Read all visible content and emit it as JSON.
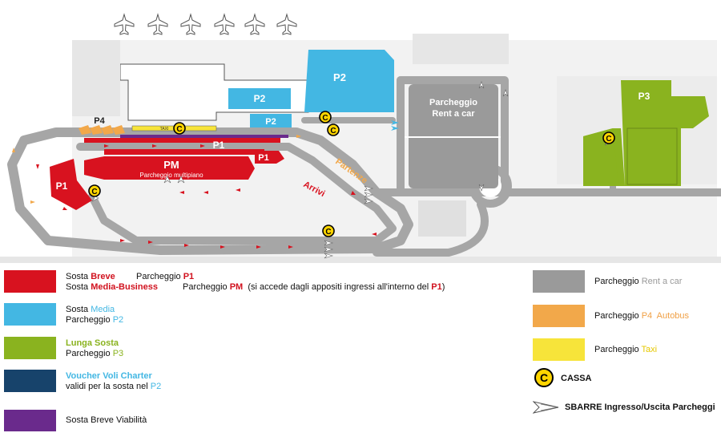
{
  "map": {
    "labels": {
      "p1_left": "P1",
      "p1_top": "P1",
      "p1_right": "P1",
      "pm": "PM",
      "pm_sub": "Parcheggio multipiano",
      "p2_big": "P2",
      "p2_mid": "P2",
      "p2_small": "P2",
      "p3": "P3",
      "p4": "P4",
      "rent_line1": "Parcheggio",
      "rent_line2": "Rent a car",
      "partenze": "Partenze",
      "arrivi": "Arrivi",
      "taxi": "TAXI"
    },
    "cassa_symbol": "C",
    "colors": {
      "red": "#d8121f",
      "cyan": "#43b7e3",
      "green": "#8ab31f",
      "grey": "#9a9a9a",
      "orange": "#f2a84a",
      "yellow": "#f7e43a",
      "navy": "#17436b",
      "purple": "#6a2a8c",
      "road": "#a6a6a6",
      "building": "#e6e6e6"
    }
  },
  "legend": {
    "red": {
      "row1_prefix": "Sosta ",
      "row1_hl": "Breve",
      "row1_park": "Parcheggio ",
      "row1_park_hl": "P1",
      "row2_prefix": "Sosta ",
      "row2_hl": "Media-Business",
      "row2_park": "Parcheggio ",
      "row2_park_hl": "PM",
      "row2_note": "(si accede dagli appositi ingressi all'interno del ",
      "row2_note_hl": "P1",
      "row2_note_end": ")"
    },
    "cyan": {
      "prefix": "Sosta ",
      "hl": "Media",
      "park": "Parcheggio ",
      "park_hl": "P2"
    },
    "green": {
      "hl": "Lunga Sosta",
      "park": "Parcheggio ",
      "park_hl": "P3"
    },
    "navy": {
      "hl": "Voucher Voli Charter",
      "text": "validi per la sosta nel ",
      "text_hl": "P2"
    },
    "purple": {
      "text": "Sosta Breve Viabilità"
    },
    "grey": {
      "park": "Parcheggio ",
      "park_hl": "Rent a car"
    },
    "orange": {
      "park": "Parcheggio ",
      "park_hl": "P4  Autobus"
    },
    "yellow": {
      "park": "Parcheggio ",
      "park_hl": "Taxi"
    },
    "cassa": {
      "symbol": "C",
      "label": "CASSA"
    },
    "sbarre": {
      "label": "SBARRE Ingresso/Uscita Parcheggi"
    }
  }
}
